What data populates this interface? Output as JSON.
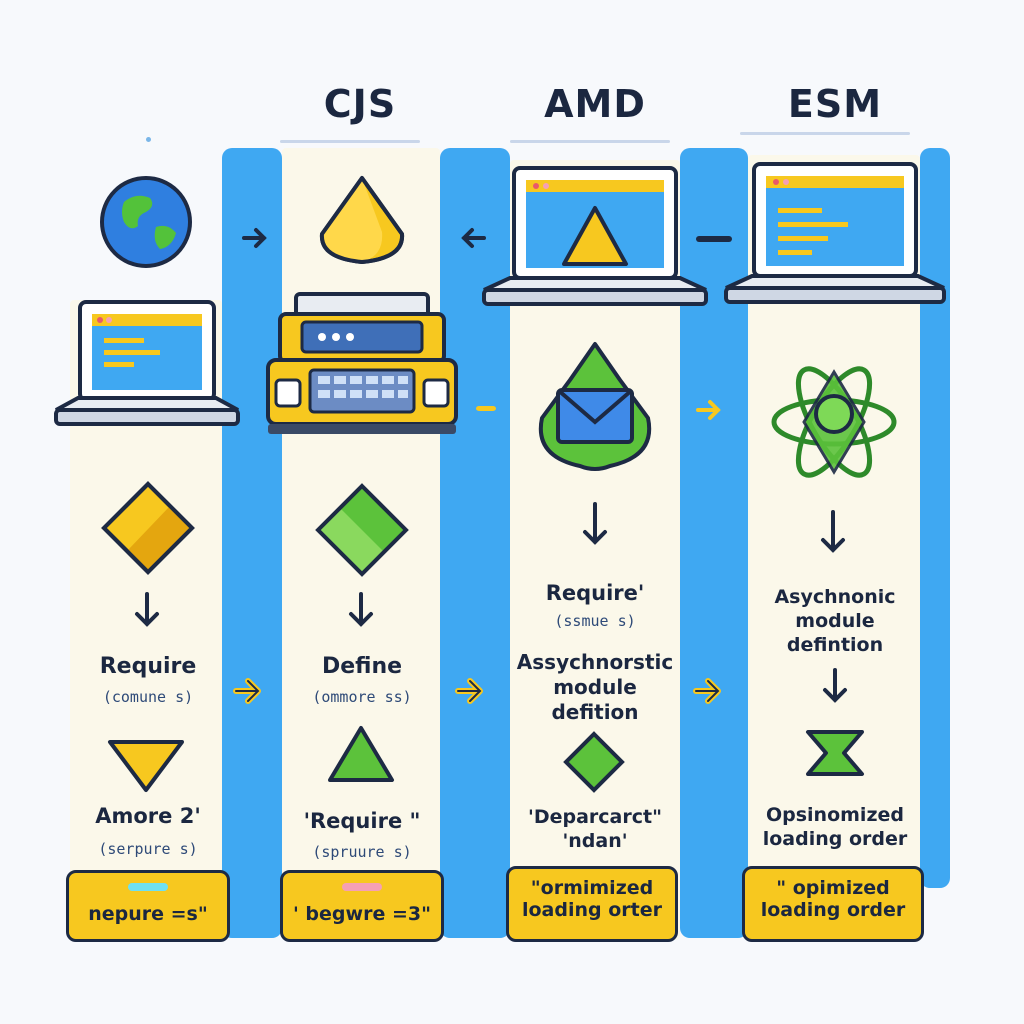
{
  "headers": {
    "cjs": "CJS",
    "amd": "AMD",
    "esm": "ESM"
  },
  "col1": {
    "label1": "Require",
    "sub1": "(comune s)",
    "label2": "Amore 2'",
    "sub2": "(serpure s)",
    "footer": "nepure =s\""
  },
  "col2": {
    "label1": "Define",
    "sub1": "(ommore ss)",
    "label2": "'Require \"",
    "sub2": "(spruure s)",
    "footer": "' begwre =3\""
  },
  "col3": {
    "label1": "Require'",
    "sub1": "(ssmue s)",
    "label2": "Assychnorstic module defition",
    "label3": "'Deparcarct\" 'ndan'",
    "footer": "\"ormimized loading orter"
  },
  "col4": {
    "label1": "Asychnonic module defintion",
    "label2": "Opsinomized loading order",
    "footer": "\" opimized loading order"
  },
  "colors": {
    "band": "#3fa8f2",
    "column": "#fbf8ea",
    "yellow": "#f7c81f",
    "green": "#5cc23b",
    "ink": "#1d2a44"
  },
  "icons": [
    "globe-icon",
    "laptop-icon",
    "diamond-icon",
    "triangle-icon",
    "printer-icon",
    "envelope-icon",
    "atom-icon",
    "hourglass-icon",
    "arrow-icon"
  ]
}
